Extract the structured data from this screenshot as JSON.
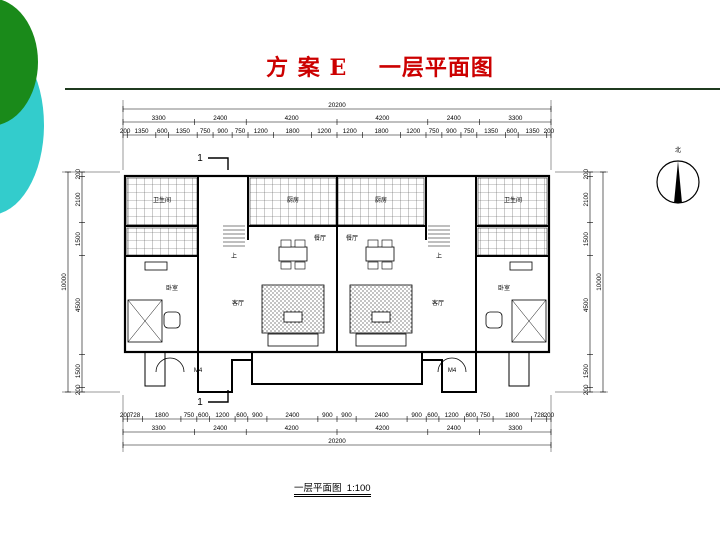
{
  "slide": {
    "title": "方 案 E　 一层平面图",
    "caption_main": "一层平面图",
    "caption_scale": "1:100",
    "decor_colors": {
      "green": "#1a8a1a",
      "teal": "#33cccc",
      "rule": "#1f3a1f",
      "title": "#cc0000"
    }
  },
  "plan": {
    "top_total": "20200",
    "top_mid": [
      "3300",
      "2400",
      "4200",
      "4200",
      "2400",
      "3300"
    ],
    "top_inner": [
      "200",
      "1350",
      "600",
      "1350",
      "750",
      "900",
      "750",
      "1200",
      "1800",
      "1200",
      "1200",
      "1800",
      "1200",
      "750",
      "900",
      "750",
      "1350",
      "600",
      "1350",
      "200"
    ],
    "bottom_inner": [
      "200",
      "728",
      "1800",
      "750",
      "600",
      "1200",
      "600",
      "900",
      "2400",
      "900",
      "900",
      "2400",
      "900",
      "600",
      "1200",
      "600",
      "750",
      "1800",
      "728",
      "200"
    ],
    "bottom_mid": [
      "3300",
      "2400",
      "4200",
      "4200",
      "2400",
      "3300"
    ],
    "bottom_total": "20200",
    "left_side": [
      "200",
      "2100",
      "1500",
      "4500",
      "1500",
      "200"
    ],
    "left_total": "10000",
    "right_side": [
      "200",
      "2100",
      "1500",
      "4500",
      "1500",
      "200"
    ],
    "right_total": "10000",
    "section_mark": "1",
    "north_label": "北",
    "rooms": {
      "bath_l": "卫生间",
      "bath_r": "卫生间",
      "kitchen_l": "厨房",
      "kitchen_r": "厨房",
      "dining_l": "餐厅",
      "dining_r": "餐厅",
      "bedroom_l": "卧室",
      "bedroom_r": "卧室",
      "living_l": "客厅",
      "living_r": "客厅",
      "door_l": "M4",
      "door_r": "M4",
      "stair_up_l": "上",
      "stair_up_r": "上"
    }
  }
}
